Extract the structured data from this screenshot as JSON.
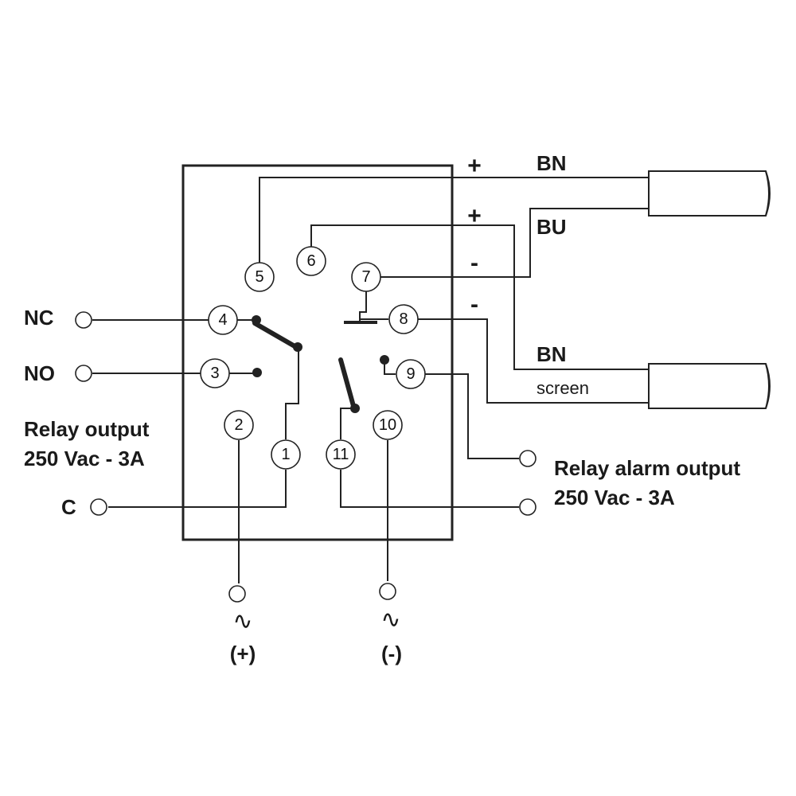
{
  "pins": [
    "1",
    "2",
    "3",
    "4",
    "5",
    "6",
    "7",
    "8",
    "9",
    "10",
    "11"
  ],
  "terminals": {
    "nc": "NC",
    "no": "NO",
    "c": "C"
  },
  "relay_output": {
    "line1": "Relay output",
    "line2": "250 Vac - 3A"
  },
  "relay_alarm_output": {
    "line1": "Relay alarm output",
    "line2": "250 Vac - 3A"
  },
  "supply": {
    "ac_symbol": "∿",
    "plus": "(+)",
    "minus": "(-)"
  },
  "sensor_wires": {
    "bn_top": "BN",
    "bu": "BU",
    "bn_bottom": "BN",
    "screen": "screen"
  },
  "polarity": {
    "plus_1": "+",
    "plus_2": "+",
    "minus_1": "-",
    "minus_2": "-"
  }
}
